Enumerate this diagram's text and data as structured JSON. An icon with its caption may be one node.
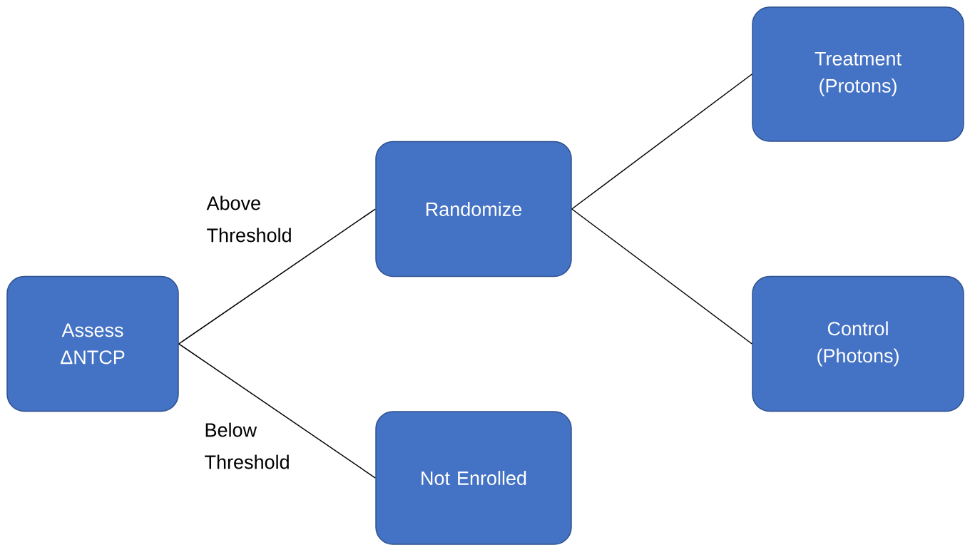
{
  "diagram": {
    "nodes": [
      {
        "text": [
          "Assess ΔNTCP"
        ]
      },
      {
        "text": [
          "Randomize"
        ]
      },
      {
        "text": [
          "Not Enrolled"
        ]
      },
      {
        "text": [
          "Treatment (Protons)"
        ]
      },
      {
        "text": [
          "Control (Photons)"
        ]
      }
    ],
    "edges": [
      {
        "from": 0,
        "to": 1,
        "arrow": "none",
        "label": "Above Threshold"
      },
      {
        "from": 0,
        "to": 2,
        "arrow": "none",
        "label": "Below Threshold"
      },
      {
        "from": 1,
        "to": 3,
        "arrow": "none"
      },
      {
        "from": 1,
        "to": 4,
        "arrow": "none"
      }
    ]
  }
}
